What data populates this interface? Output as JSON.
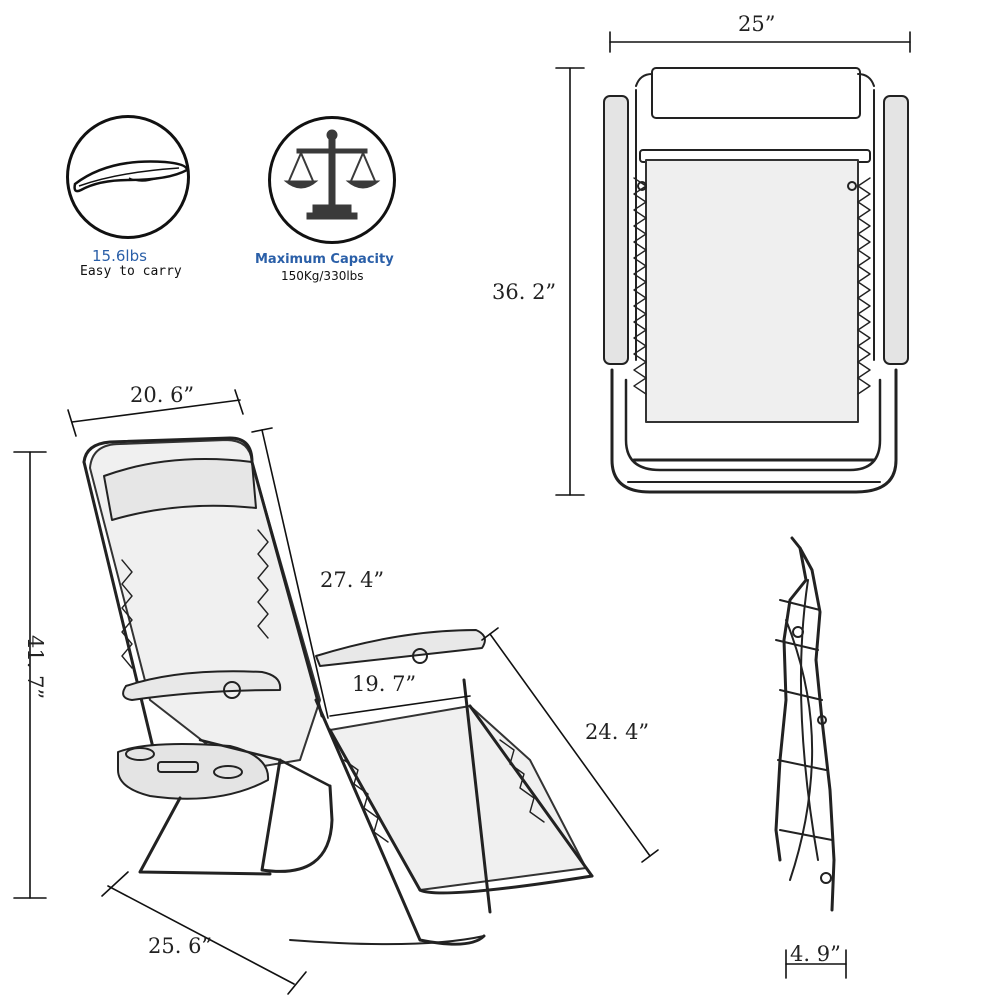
{
  "badges": {
    "weight": {
      "icon": "feather-icon",
      "value": "15.6lbs",
      "caption": "Easy to carry"
    },
    "capacity": {
      "icon": "scales-icon",
      "title": "Maximum Capacity",
      "caption": "150Kg/330lbs"
    }
  },
  "dimensions": {
    "folded_width": "25”",
    "folded_height": "36. 2”",
    "chair_width": "20. 6”",
    "back_length": "27. 4”",
    "total_height": "41. 7”",
    "seat_width": "19. 7”",
    "leg_length": "24. 4”",
    "base_depth": "25. 6”",
    "folded_thickness": "4. 9”"
  }
}
